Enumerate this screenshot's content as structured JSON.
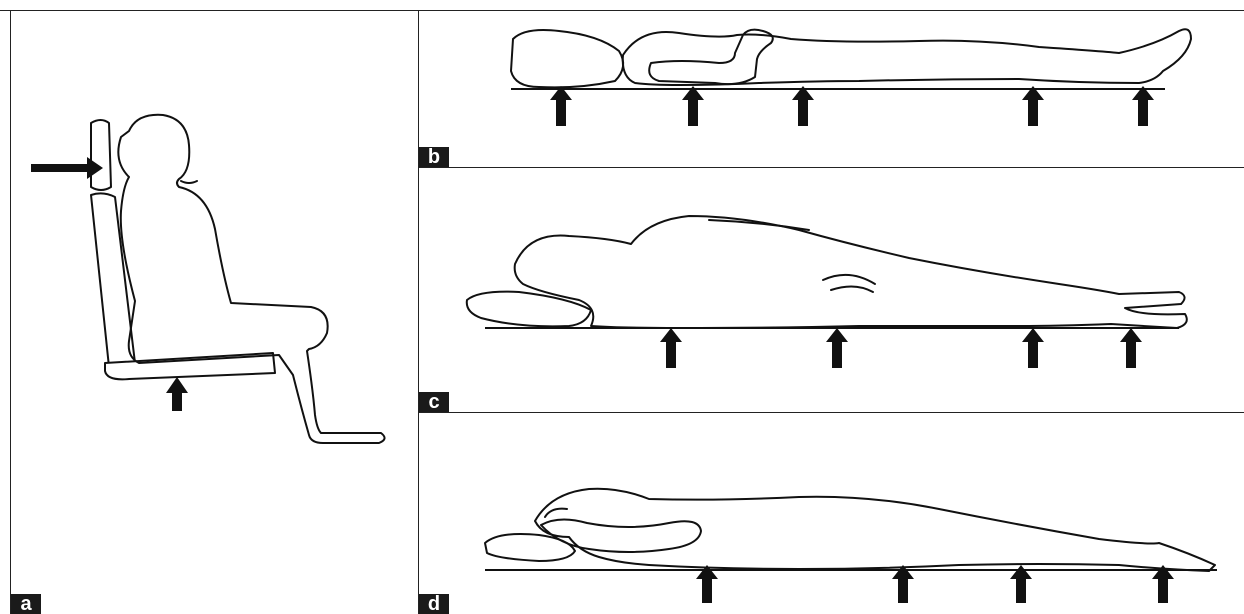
{
  "panels": {
    "a": {
      "label": "a"
    },
    "b": {
      "label": "b"
    },
    "c": {
      "label": "c"
    },
    "d": {
      "label": "d"
    }
  },
  "colors": {
    "line": "#111111",
    "label_bg": "#1a1a1a",
    "label_text": "#ffffff",
    "background": "#ffffff"
  }
}
